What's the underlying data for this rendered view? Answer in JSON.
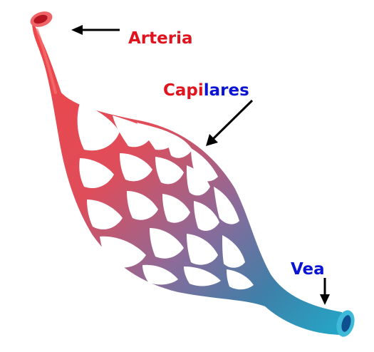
{
  "labels": {
    "arteria": "Arteria",
    "capilares_part1": "Capi",
    "capilares_part2": "lares",
    "vea": "Vea"
  },
  "colors": {
    "arterial": "#e0141e",
    "venous": "#0a14d2",
    "arrow": "#000000",
    "vessel_red": "#ec4b4f",
    "vessel_purple": "#8a6a9a",
    "vessel_blue": "#2a97bc",
    "lumen_red": "#b3141f",
    "lumen_blue": "#0d4f8f"
  },
  "icons": [
    "arrow-left-icon",
    "arrow-down-left-icon",
    "arrow-down-icon"
  ]
}
